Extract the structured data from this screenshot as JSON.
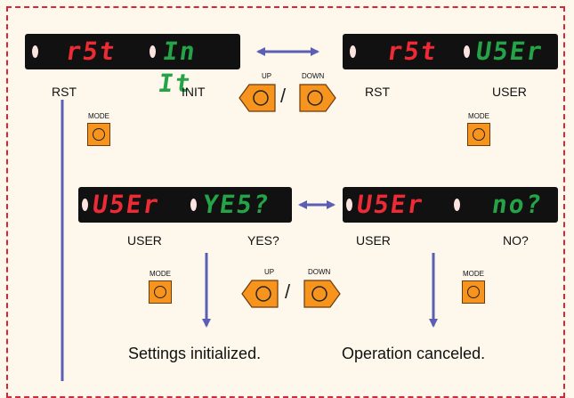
{
  "displays": {
    "rst_init": {
      "left": "r5t",
      "right": "In It",
      "left_color": "#ee2b35",
      "right_color": "#24a447"
    },
    "rst_user": {
      "left": "r5t",
      "right": "U5Er",
      "left_color": "#ee2b35",
      "right_color": "#24a447"
    },
    "user_yes": {
      "left": "U5Er",
      "right": "YE5?",
      "left_color": "#ee2b35",
      "right_color": "#24a447"
    },
    "user_no": {
      "left": "U5Er",
      "right": "no?",
      "left_color": "#ee2b35",
      "right_color": "#24a447"
    }
  },
  "labels": {
    "rst_1": "RST",
    "init": "INIT",
    "rst_2": "RST",
    "user_1": "USER",
    "user_2": "USER",
    "yes": "YES?",
    "user_3": "USER",
    "no": "NO?"
  },
  "buttons": {
    "mode": "MODE",
    "up": "UP",
    "down": "DOWN"
  },
  "results": {
    "initialized": "Settings initialized.",
    "canceled": "Operation canceled."
  },
  "colors": {
    "frame": "#d7263a",
    "arrow": "#5b5fb3",
    "button": "#f7941d",
    "seg_red": "#ee2b35",
    "seg_green": "#24a447"
  }
}
